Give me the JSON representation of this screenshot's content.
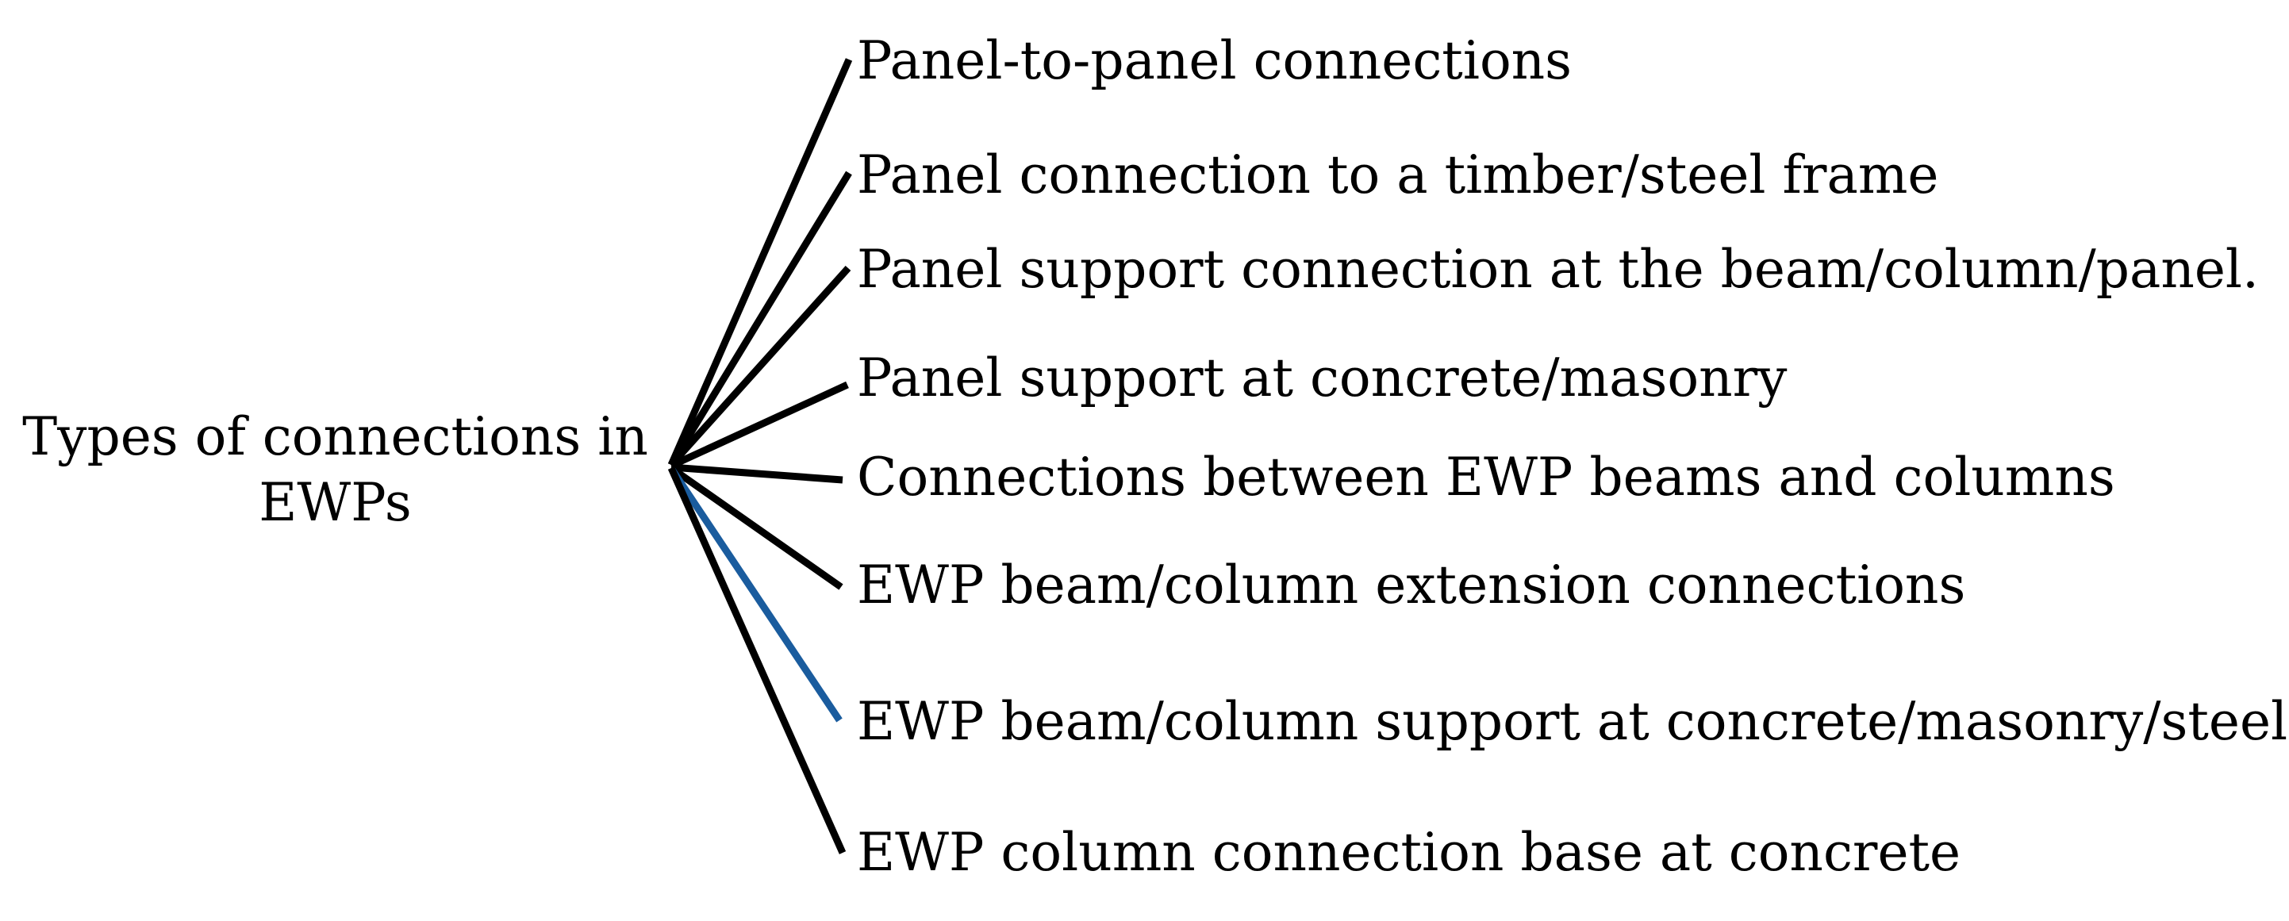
{
  "root": {
    "label": "Types of connections in EWPs",
    "lines": [
      "Types of connections in",
      "EWPs"
    ]
  },
  "items": [
    {
      "label": "Panel-to-panel connections",
      "line_color": "#000000"
    },
    {
      "label": "Panel connection to a timber/steel frame",
      "line_color": "#000000"
    },
    {
      "label": "Panel support connection at the beam/column/panel.",
      "line_color": "#000000"
    },
    {
      "label": "Panel support at concrete/masonry",
      "line_color": "#000000"
    },
    {
      "label": "Connections between EWP beams and columns",
      "line_color": "#000000"
    },
    {
      "label": "EWP beam/column extension connections",
      "line_color": "#000000"
    },
    {
      "label": "EWP beam/column support at concrete/masonry/steel",
      "line_color": "#1A5C9E"
    },
    {
      "label": "EWP column connection base at concrete",
      "line_color": "#000000"
    }
  ],
  "colors": {
    "background": "#FFFFFF",
    "text": "#000000",
    "default_line": "#000000",
    "highlight_line": "#1A5C9E"
  }
}
